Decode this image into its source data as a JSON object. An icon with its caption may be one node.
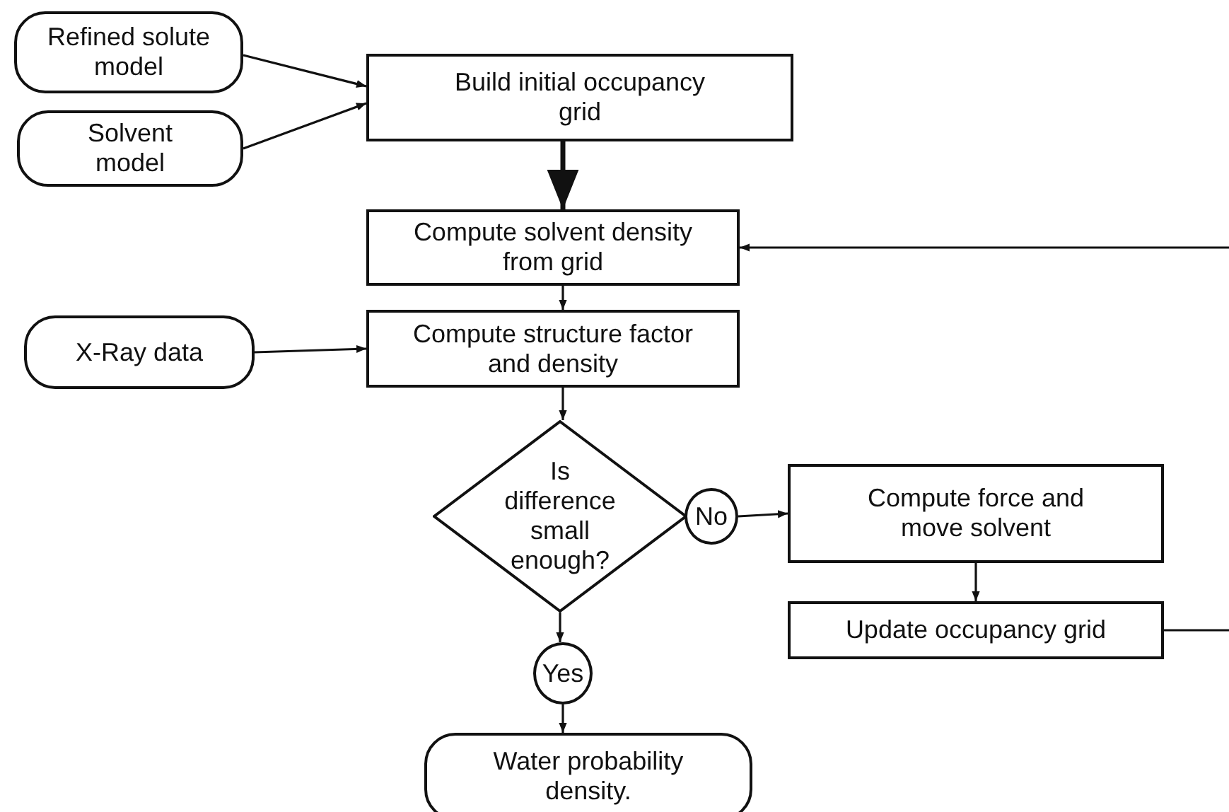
{
  "diagram": {
    "nodes": [
      {
        "text": [
          "Refined solute model"
        ]
      },
      {
        "text": [
          "Solvent model"
        ]
      },
      {
        "text": [
          "Build initial occupancy grid"
        ]
      },
      {
        "text": [
          "Compute solvent density from grid"
        ]
      },
      {
        "text": [
          "X-Ray data"
        ]
      },
      {
        "text": [
          "Compute structure factor and density"
        ]
      },
      {
        "text": [
          "Is difference small enough?"
        ]
      },
      {
        "text": [
          "No"
        ]
      },
      {
        "text": [
          "Compute force and move solvent"
        ]
      },
      {
        "text": [
          "Update occupancy grid"
        ]
      },
      {
        "text": [
          "Yes"
        ]
      },
      {
        "text": [
          "Water probability density."
        ]
      }
    ],
    "edges": [
      {
        "from": 0,
        "to": 2,
        "arrow": "to"
      },
      {
        "from": 1,
        "to": 2,
        "arrow": "to"
      },
      {
        "from": 2,
        "to": 3,
        "arrow": "to",
        "style": "thick"
      },
      {
        "from": 3,
        "to": 5,
        "arrow": "to"
      },
      {
        "from": 4,
        "to": 5,
        "arrow": "to"
      },
      {
        "from": 5,
        "to": 6,
        "arrow": "to"
      },
      {
        "from": 7,
        "to": 8,
        "arrow": "to"
      },
      {
        "from": 8,
        "to": 9,
        "arrow": "to"
      },
      {
        "from": 9,
        "to": null,
        "arrow": "none"
      },
      {
        "from": null,
        "to": 3,
        "arrow": "to"
      },
      {
        "from": 6,
        "to": 10,
        "arrow": "to"
      },
      {
        "from": 10,
        "to": 11,
        "arrow": "to"
      }
    ]
  }
}
